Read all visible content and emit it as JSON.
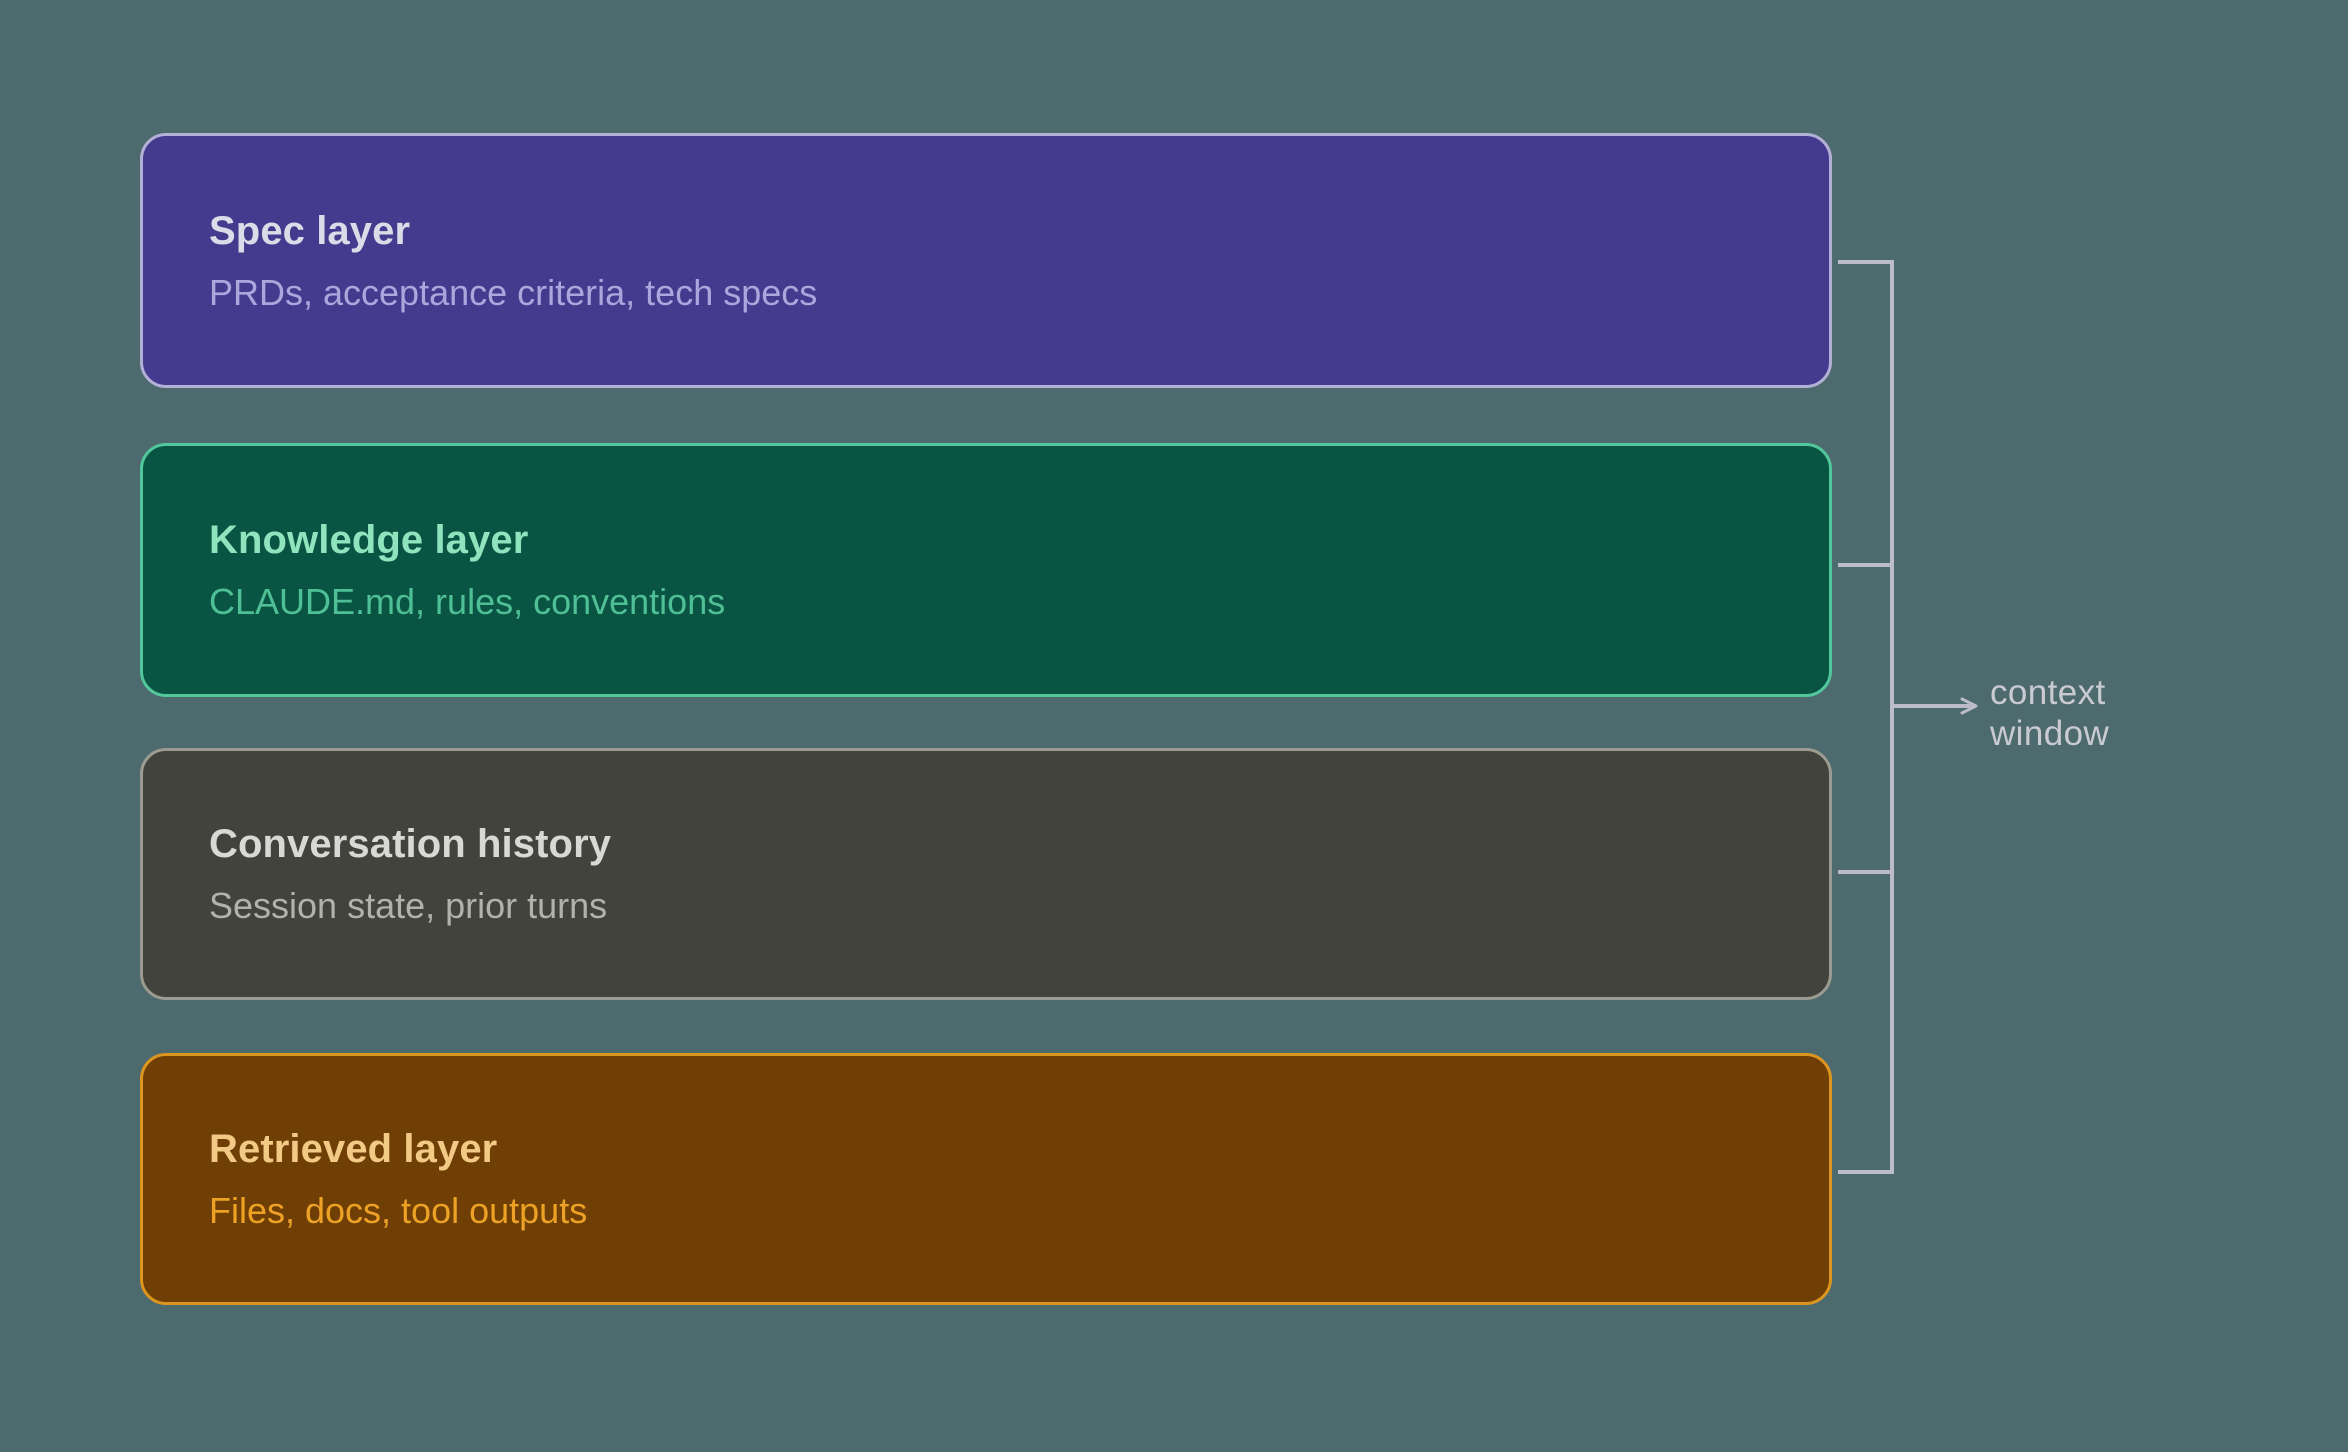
{
  "diagram": {
    "background_color": "#4d6a6f",
    "connector_color": "#bcbcc9",
    "layers": [
      {
        "id": "spec",
        "title": "Spec layer",
        "subtitle": "PRDs, acceptance criteria, tech specs",
        "fill_color": "#443a8e",
        "border_color": "#b3b0d6",
        "title_color": "#dcdce8",
        "subtitle_color": "#aaa7dd"
      },
      {
        "id": "knowledge",
        "title": "Knowledge layer",
        "subtitle": "CLAUDE.md, rules, conventions",
        "fill_color": "#0a5444",
        "border_color": "#52c79c",
        "title_color": "#8fe3bd",
        "subtitle_color": "#4fc095"
      },
      {
        "id": "conversation",
        "title": "Conversation history",
        "subtitle": "Session state, prior turns",
        "fill_color": "#43433d",
        "border_color": "#9b9b91",
        "title_color": "#d8d8d4",
        "subtitle_color": "#b2b2aa"
      },
      {
        "id": "retrieved",
        "title": "Retrieved layer",
        "subtitle": "Files, docs, tool outputs",
        "fill_color": "#6f3f06",
        "border_color": "#dc9620",
        "title_color": "#f2ca86",
        "subtitle_color": "#eda226"
      }
    ],
    "output": {
      "label_line_1": "context",
      "label_line_2": "window",
      "label_color": "#c9cad2"
    }
  }
}
